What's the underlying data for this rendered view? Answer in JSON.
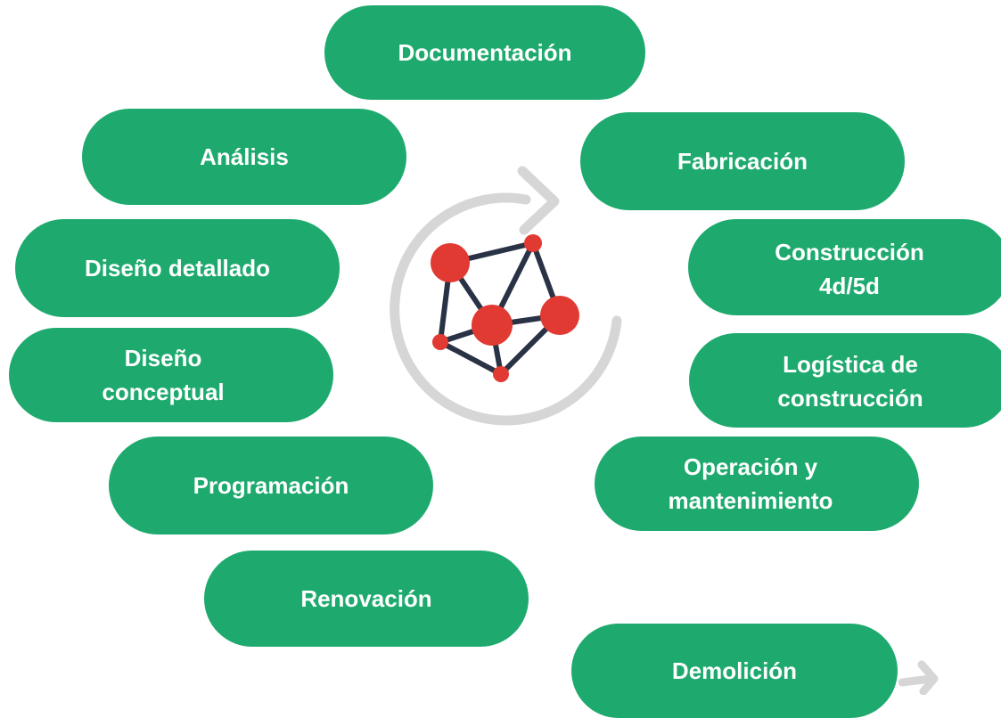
{
  "diagram": {
    "stages": {
      "documentacion": [
        "Documentación"
      ],
      "analisis": [
        "Análisis"
      ],
      "fabricacion": [
        "Fabricación"
      ],
      "diseno_detallado": [
        "Diseño detallado"
      ],
      "construccion": [
        "Construcción",
        "4d/5d"
      ],
      "diseno_conceptual": [
        "Diseño",
        "conceptual"
      ],
      "logistica": [
        "Logística de",
        "construcción"
      ],
      "programacion": [
        "Programación"
      ],
      "operacion": [
        "Operación y",
        "mantenimiento"
      ],
      "renovacion": [
        "Renovación"
      ],
      "demolicion": [
        "Demolición"
      ]
    },
    "colors": {
      "pill": "#1eaa6e",
      "pill_text": "#ffffff",
      "cycle_arrow": "#d6d6d6",
      "node": "#e03a32",
      "edge": "#2a3246"
    },
    "icons": [
      "cycle-arrow-icon",
      "network-nodes-icon",
      "end-arrow-icon"
    ]
  }
}
